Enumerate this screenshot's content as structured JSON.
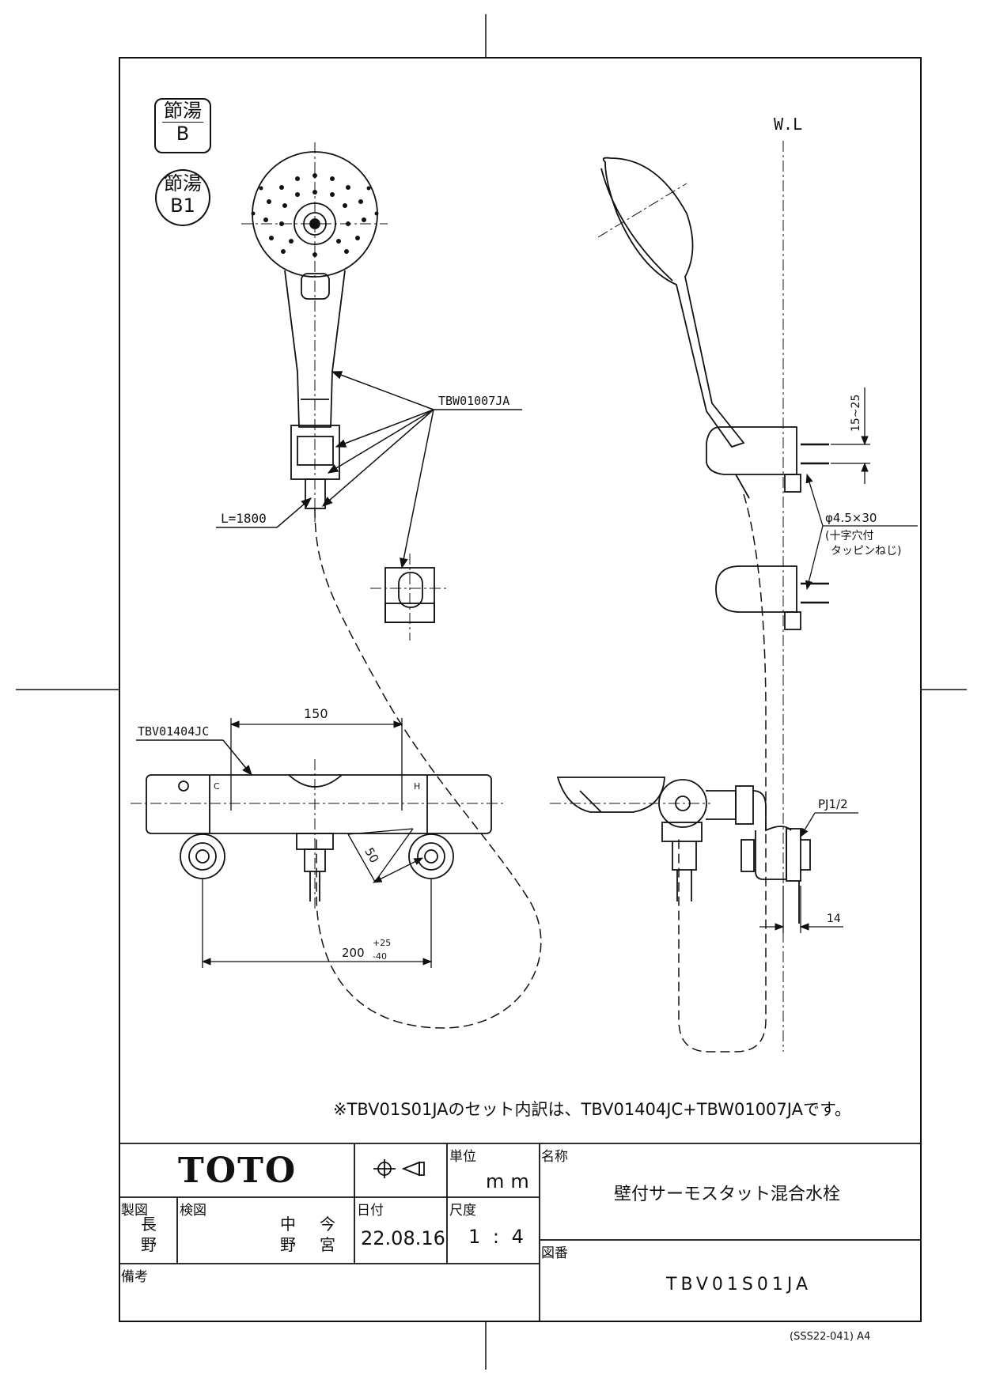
{
  "badges": {
    "b1_top": "節湯",
    "b1_bottom": "B",
    "b2_top": "節湯",
    "b2_bottom": "B1"
  },
  "labels": {
    "wl": "W.L",
    "head_part": "TBW01007JA",
    "hose_len": "L=1800",
    "valve_part": "TBV01404JC",
    "dim_150": "150",
    "dim_50": "50",
    "dim_200": "200",
    "dim_200_plus": "+25",
    "dim_200_minus": "-40",
    "dim_15_25": "15~25",
    "screw_size": "φ4.5×30",
    "screw_type1": "(十字穴付",
    "screw_type2": "タッピンねじ)",
    "pj": "PJ1/2",
    "dim_14": "14",
    "mark_c": "C",
    "mark_h": "H"
  },
  "note": "※TBV01S01JAのセット内訳は、TBV01404JC+TBW01007JAです。",
  "title_block": {
    "logo": "TOTO",
    "unit_label": "単位",
    "unit_value": "mm",
    "name_label": "名称",
    "name_value": "壁付サーモスタット混合水栓",
    "drawn_label": "製図",
    "drawn_name_1": "長",
    "drawn_name_2": "野",
    "checked_label": "検図",
    "checked_name_1": "中",
    "checked_name_2": "野",
    "checked_name_3": "今",
    "checked_name_4": "宮",
    "date_label": "日付",
    "date_value": "22.08.16",
    "scale_label": "尺度",
    "scale_value": "1 : 4",
    "drawing_no_label": "図番",
    "drawing_no_value": "TBV01S01JA",
    "remarks_label": "備考"
  },
  "sheet_code": "(SSS22-041) A4"
}
